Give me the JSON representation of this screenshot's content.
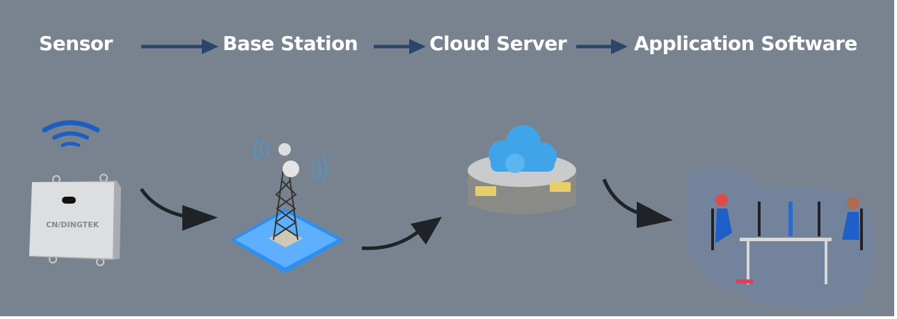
{
  "steps": [
    {
      "label": "Sensor"
    },
    {
      "label": "Base Station"
    },
    {
      "label": "Cloud Server"
    },
    {
      "label": "Application Software"
    }
  ],
  "device_brand": "CNDINGTEK",
  "colors": {
    "background": "#79838f",
    "header_arrow": "#2b4668",
    "curved_arrow": "#1f2226",
    "accent_blue": "#1d5fc0"
  }
}
